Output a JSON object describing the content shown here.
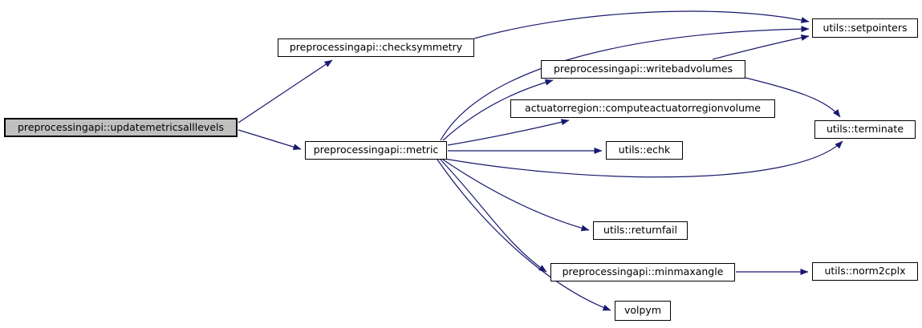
{
  "diagram": {
    "type": "call-graph",
    "background_color": "#ffffff",
    "edge_color": "#191970",
    "node_fill_color": "#ffffff",
    "node_border_color": "#000000",
    "highlight_fill_color": "#bfbfbf",
    "nodes": [
      {
        "id": "updatemetricsalllevels",
        "label": "preprocessingapi::updatemetricsalllevels",
        "highlighted": true
      },
      {
        "id": "checksymmetry",
        "label": "preprocessingapi::checksymmetry",
        "highlighted": false
      },
      {
        "id": "metric",
        "label": "preprocessingapi::metric",
        "highlighted": false
      },
      {
        "id": "setpointers",
        "label": "utils::setpointers",
        "highlighted": false
      },
      {
        "id": "writebadvolumes",
        "label": "preprocessingapi::writebadvolumes",
        "highlighted": false
      },
      {
        "id": "computeactuatorregionvolume",
        "label": "actuatorregion::computeactuatorregionvolume",
        "highlighted": false
      },
      {
        "id": "echk",
        "label": "utils::echk",
        "highlighted": false
      },
      {
        "id": "terminate",
        "label": "utils::terminate",
        "highlighted": false
      },
      {
        "id": "returnfail",
        "label": "utils::returnfail",
        "highlighted": false
      },
      {
        "id": "minmaxangle",
        "label": "preprocessingapi::minmaxangle",
        "highlighted": false
      },
      {
        "id": "norm2cplx",
        "label": "utils::norm2cplx",
        "highlighted": false
      },
      {
        "id": "volpym",
        "label": "volpym",
        "highlighted": false
      }
    ],
    "edges": [
      {
        "from": "updatemetricsalllevels",
        "to": "checksymmetry"
      },
      {
        "from": "updatemetricsalllevels",
        "to": "metric"
      },
      {
        "from": "checksymmetry",
        "to": "setpointers"
      },
      {
        "from": "metric",
        "to": "setpointers"
      },
      {
        "from": "metric",
        "to": "writebadvolumes"
      },
      {
        "from": "metric",
        "to": "computeactuatorregionvolume"
      },
      {
        "from": "metric",
        "to": "echk"
      },
      {
        "from": "metric",
        "to": "terminate"
      },
      {
        "from": "metric",
        "to": "returnfail"
      },
      {
        "from": "metric",
        "to": "minmaxangle"
      },
      {
        "from": "metric",
        "to": "volpym"
      },
      {
        "from": "writebadvolumes",
        "to": "setpointers"
      },
      {
        "from": "writebadvolumes",
        "to": "terminate"
      },
      {
        "from": "minmaxangle",
        "to": "norm2cplx"
      }
    ]
  }
}
